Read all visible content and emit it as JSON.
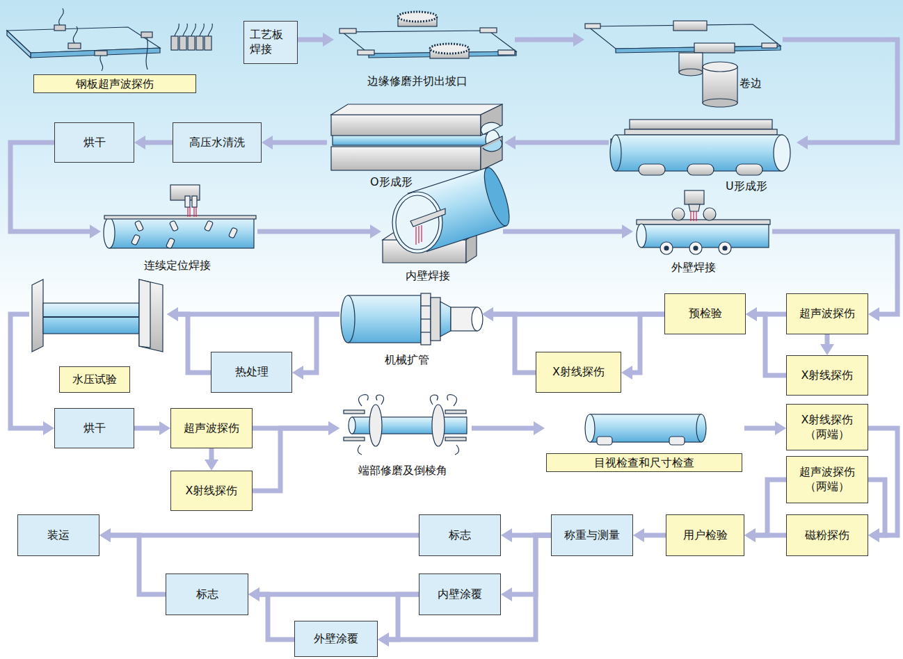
{
  "diagram": {
    "nodes": [
      {
        "text": [
          "钢板超声波探伤"
        ]
      },
      {
        "text": [
          "工艺板 焊接"
        ]
      },
      {
        "text": [
          "边缘修磨并切出坡口"
        ]
      },
      {
        "text": [
          "卷边"
        ]
      },
      {
        "text": [
          "U形成形"
        ]
      },
      {
        "text": [
          "O形成形"
        ]
      },
      {
        "text": [
          "高压水清洗"
        ]
      },
      {
        "text": [
          "烘干"
        ]
      },
      {
        "text": [
          "连续定位焊接"
        ]
      },
      {
        "text": [
          "内壁焊接"
        ]
      },
      {
        "text": [
          "外壁焊接"
        ]
      },
      {
        "text": [
          "超声波探伤"
        ]
      },
      {
        "text": [
          "X射线探伤"
        ]
      },
      {
        "text": [
          "预检验"
        ]
      },
      {
        "text": [
          "X射线探伤"
        ]
      },
      {
        "text": [
          "机械扩管"
        ]
      },
      {
        "text": [
          "热处理"
        ]
      },
      {
        "text": [
          "水压试验"
        ]
      },
      {
        "text": [
          "烘干"
        ]
      },
      {
        "text": [
          "超声波探伤"
        ]
      },
      {
        "text": [
          "X射线探伤"
        ]
      },
      {
        "text": [
          "端部修磨及倒棱角"
        ]
      },
      {
        "text": [
          "目视检查和尺寸检查"
        ]
      },
      {
        "text": [
          "X射线探伤 （两端）"
        ]
      },
      {
        "text": [
          "超声波探伤 （两端）"
        ]
      },
      {
        "text": [
          "磁粉探伤"
        ]
      },
      {
        "text": [
          "用户检验"
        ]
      },
      {
        "text": [
          "称重与测量"
        ]
      },
      {
        "text": [
          "标志"
        ]
      },
      {
        "text": [
          "内壁涂覆"
        ]
      },
      {
        "text": [
          "外壁涂覆"
        ]
      },
      {
        "text": [
          "标志"
        ]
      },
      {
        "text": [
          "装运"
        ]
      }
    ],
    "edges": [
      {
        "from": 1,
        "to": 2,
        "arrow": "to"
      },
      {
        "from": 2,
        "to": 3,
        "arrow": "to"
      },
      {
        "from": 3,
        "to": 4,
        "arrow": "to"
      },
      {
        "from": 4,
        "to": 5,
        "arrow": "to"
      },
      {
        "from": 5,
        "to": 6,
        "arrow": "to"
      },
      {
        "from": 6,
        "to": 7,
        "arrow": "to"
      },
      {
        "from": 7,
        "to": 8,
        "arrow": "to"
      },
      {
        "from": 8,
        "to": 9,
        "arrow": "to"
      },
      {
        "from": 9,
        "to": 10,
        "arrow": "to"
      },
      {
        "from": 10,
        "to": 11,
        "arrow": "to"
      },
      {
        "from": 11,
        "to": 13,
        "arrow": "to"
      },
      {
        "from": 11,
        "to": 12,
        "arrow": "to"
      },
      {
        "from": 12,
        "to": 13,
        "arrow": "to"
      },
      {
        "from": 13,
        "to": 15,
        "arrow": "to"
      },
      {
        "from": 13,
        "to": 14,
        "arrow": "to"
      },
      {
        "from": 14,
        "to": 15,
        "arrow": "to"
      },
      {
        "from": 15,
        "to": 17,
        "arrow": "to"
      },
      {
        "from": 15,
        "to": 16,
        "arrow": "to"
      },
      {
        "from": 16,
        "to": 17,
        "arrow": "to"
      },
      {
        "from": 17,
        "to": 18,
        "arrow": "to"
      },
      {
        "from": 18,
        "to": 19,
        "arrow": "to"
      },
      {
        "from": 19,
        "to": 20,
        "arrow": "to"
      },
      {
        "from": 19,
        "to": 21,
        "arrow": "to"
      },
      {
        "from": 20,
        "to": 21,
        "arrow": "to"
      },
      {
        "from": 21,
        "to": 22,
        "arrow": "to"
      },
      {
        "from": 22,
        "to": 23,
        "arrow": "to"
      },
      {
        "from": 23,
        "to": 25,
        "arrow": "to"
      },
      {
        "from": 24,
        "to": 25,
        "arrow": "to"
      },
      {
        "from": 24,
        "to": 26,
        "arrow": "to"
      },
      {
        "from": 25,
        "to": 26,
        "arrow": "to"
      },
      {
        "from": 26,
        "to": 27,
        "arrow": "to"
      },
      {
        "from": 27,
        "to": 28,
        "arrow": "to"
      },
      {
        "from": 28,
        "to": 32,
        "arrow": "to"
      },
      {
        "from": 27,
        "to": 29,
        "arrow": "to"
      },
      {
        "from": 27,
        "to": 30,
        "arrow": "to"
      },
      {
        "from": 29,
        "to": 30,
        "arrow": "to"
      },
      {
        "from": 29,
        "to": 31,
        "arrow": "to"
      },
      {
        "from": 30,
        "to": 31,
        "arrow": "to"
      },
      {
        "from": 31,
        "to": 32,
        "arrow": "to"
      }
    ]
  }
}
